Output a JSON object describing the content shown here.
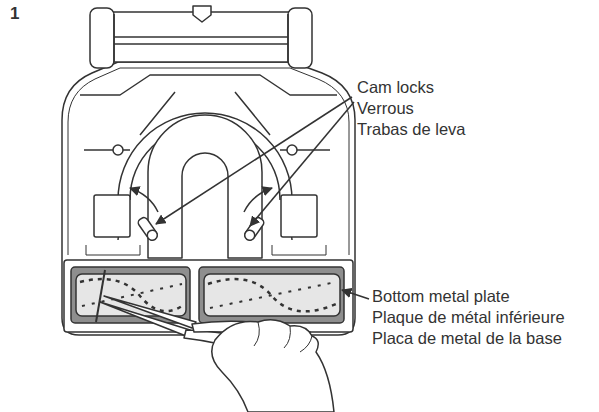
{
  "diagram": {
    "labels": [
      "1",
      "Cam locks",
      "Verrous",
      "Trabas de leva",
      "Bottom metal plate",
      "Plaque de métal inférieure",
      "Placa de metal de la base"
    ]
  }
}
